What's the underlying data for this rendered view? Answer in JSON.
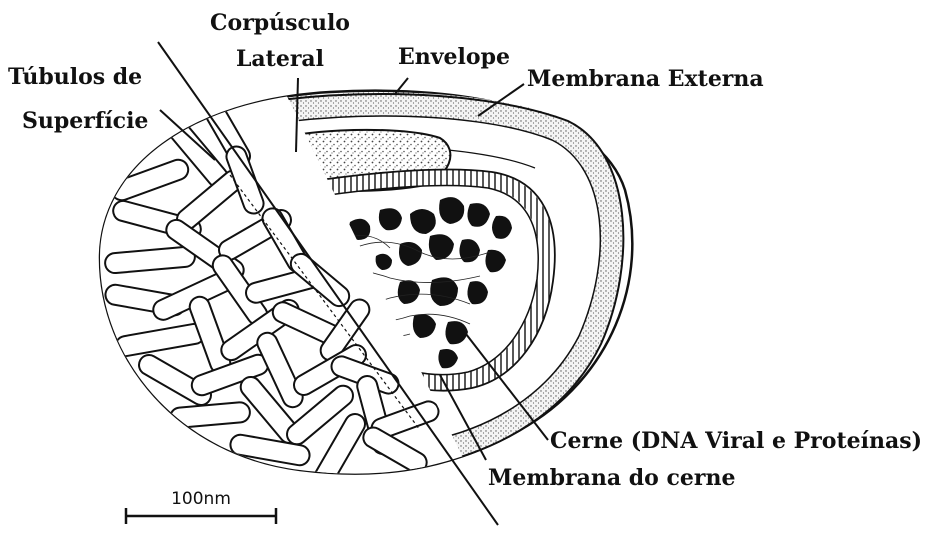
{
  "labels": {
    "corpusculo_line1": "Corpúsculo",
    "corpusculo_line2": "Lateral",
    "envelope": "Envelope",
    "membrana_externa": "Membrana Externa",
    "tubulos_line1": "Túbulos de",
    "tubulos_line2": "Superfície",
    "cerne": "Cerne (DNA Viral e Proteínas)",
    "membrana_cerne": "Membrana do cerne"
  },
  "scale_bar": {
    "label": "100nm"
  },
  "colors": {
    "ink": "#111111",
    "background": "#ffffff"
  }
}
